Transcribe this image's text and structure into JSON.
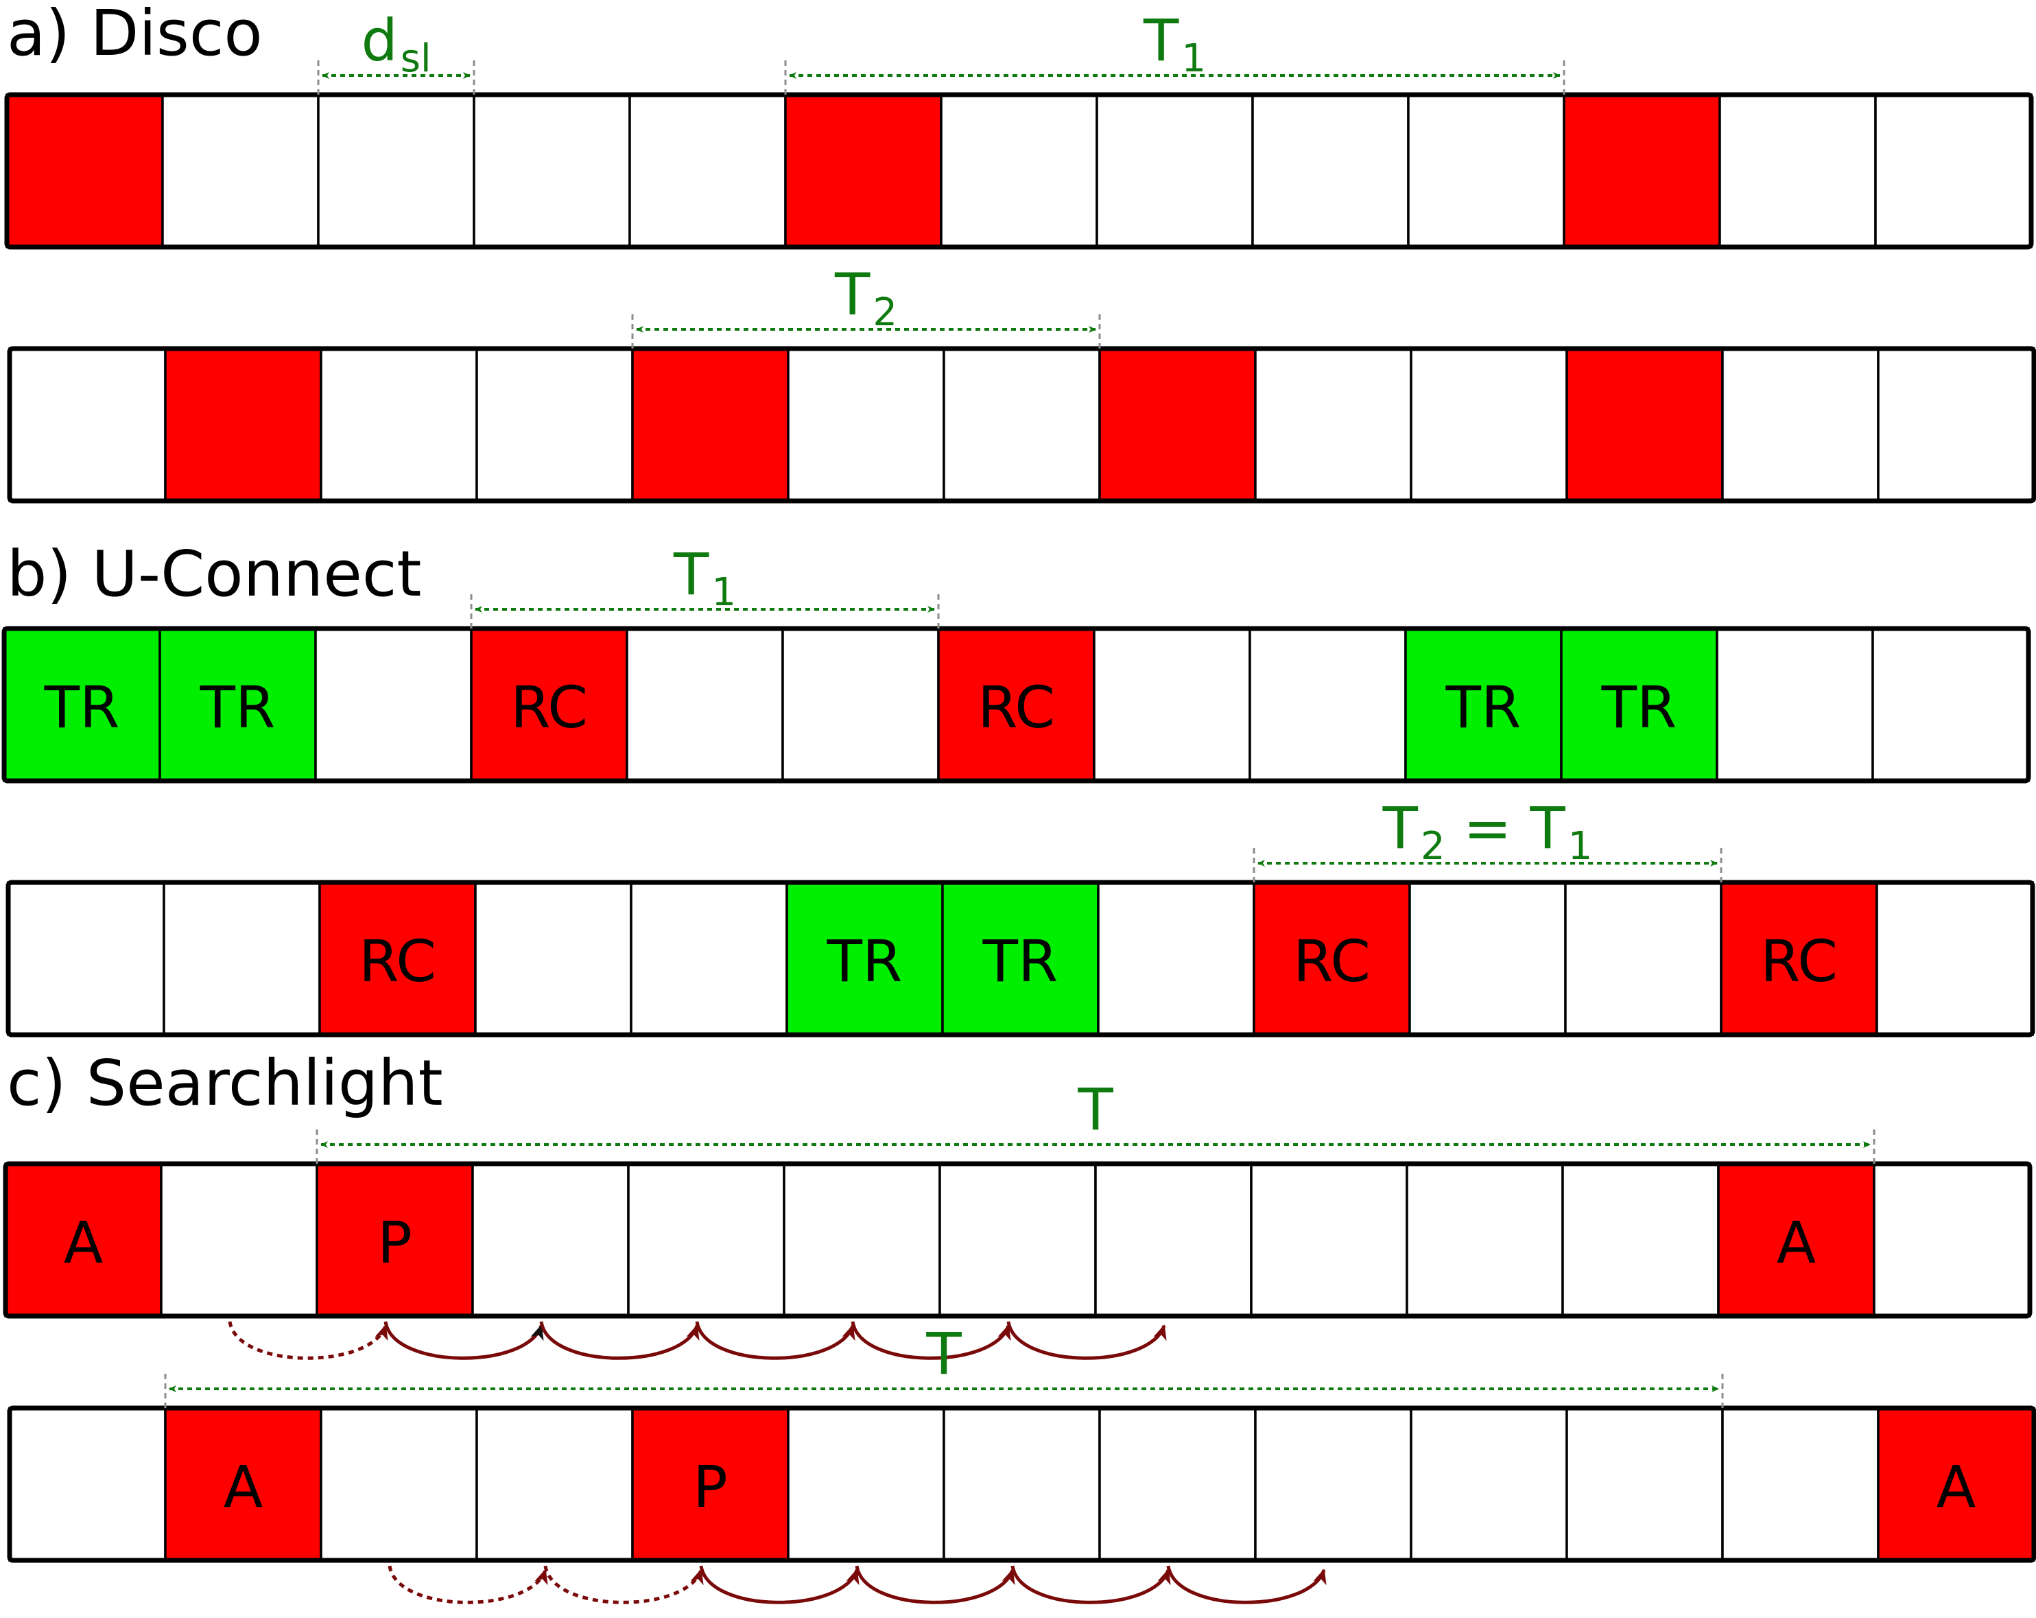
{
  "colors": {
    "active_red": "#ff0000",
    "tr_green": "#00ee00",
    "empty": "#ffffff",
    "measure_green": "#0f7a0f",
    "hop_arrow": "#7a0a0a",
    "hop_tip_dark": "#111111"
  },
  "sections": [
    {
      "id": "disco",
      "title": "a) Disco",
      "rows": [
        {
          "slots": [
            {
              "fill": "red",
              "label": ""
            },
            {
              "fill": "white",
              "label": ""
            },
            {
              "fill": "white",
              "label": ""
            },
            {
              "fill": "white",
              "label": ""
            },
            {
              "fill": "white",
              "label": ""
            },
            {
              "fill": "red",
              "label": ""
            },
            {
              "fill": "white",
              "label": ""
            },
            {
              "fill": "white",
              "label": ""
            },
            {
              "fill": "white",
              "label": ""
            },
            {
              "fill": "white",
              "label": ""
            },
            {
              "fill": "red",
              "label": ""
            },
            {
              "fill": "white",
              "label": ""
            },
            {
              "fill": "white",
              "label": ""
            }
          ],
          "measures": [
            {
              "main": "d",
              "sub": "sl",
              "rest": "",
              "from_slot": 2,
              "to_slot": 3
            },
            {
              "main": "T",
              "sub": "1",
              "rest": "",
              "from_slot": 5,
              "to_slot": 10
            }
          ],
          "hops": []
        },
        {
          "slots": [
            {
              "fill": "white",
              "label": ""
            },
            {
              "fill": "red",
              "label": ""
            },
            {
              "fill": "white",
              "label": ""
            },
            {
              "fill": "white",
              "label": ""
            },
            {
              "fill": "red",
              "label": ""
            },
            {
              "fill": "white",
              "label": ""
            },
            {
              "fill": "white",
              "label": ""
            },
            {
              "fill": "red",
              "label": ""
            },
            {
              "fill": "white",
              "label": ""
            },
            {
              "fill": "white",
              "label": ""
            },
            {
              "fill": "red",
              "label": ""
            },
            {
              "fill": "white",
              "label": ""
            },
            {
              "fill": "white",
              "label": ""
            }
          ],
          "measures": [
            {
              "main": "T",
              "sub": "2",
              "rest": "",
              "from_slot": 4,
              "to_slot": 7
            }
          ],
          "hops": []
        }
      ]
    },
    {
      "id": "uconnect",
      "title": "b) U-Connect",
      "rows": [
        {
          "slots": [
            {
              "fill": "green",
              "label": "TR"
            },
            {
              "fill": "green",
              "label": "TR"
            },
            {
              "fill": "white",
              "label": ""
            },
            {
              "fill": "red",
              "label": "RC"
            },
            {
              "fill": "white",
              "label": ""
            },
            {
              "fill": "white",
              "label": ""
            },
            {
              "fill": "red",
              "label": "RC"
            },
            {
              "fill": "white",
              "label": ""
            },
            {
              "fill": "white",
              "label": ""
            },
            {
              "fill": "green",
              "label": "TR"
            },
            {
              "fill": "green",
              "label": "TR"
            },
            {
              "fill": "white",
              "label": ""
            },
            {
              "fill": "white",
              "label": ""
            }
          ],
          "measures": [
            {
              "main": "T",
              "sub": "1",
              "rest": "",
              "from_slot": 3,
              "to_slot": 6
            }
          ],
          "hops": []
        },
        {
          "slots": [
            {
              "fill": "white",
              "label": ""
            },
            {
              "fill": "white",
              "label": ""
            },
            {
              "fill": "red",
              "label": "RC"
            },
            {
              "fill": "white",
              "label": ""
            },
            {
              "fill": "white",
              "label": ""
            },
            {
              "fill": "green",
              "label": "TR"
            },
            {
              "fill": "green",
              "label": "TR"
            },
            {
              "fill": "white",
              "label": ""
            },
            {
              "fill": "red",
              "label": "RC"
            },
            {
              "fill": "white",
              "label": ""
            },
            {
              "fill": "white",
              "label": ""
            },
            {
              "fill": "red",
              "label": "RC"
            },
            {
              "fill": "white",
              "label": ""
            }
          ],
          "measures": [
            {
              "main": "T",
              "sub": "2",
              "rest": " = T",
              "rest_sub": "1",
              "from_slot": 8,
              "to_slot": 11
            }
          ],
          "hops": []
        }
      ]
    },
    {
      "id": "searchlight",
      "title": "c) Searchlight",
      "rows": [
        {
          "slots": [
            {
              "fill": "red",
              "label": "A"
            },
            {
              "fill": "white",
              "label": ""
            },
            {
              "fill": "red",
              "label": "P"
            },
            {
              "fill": "white",
              "label": ""
            },
            {
              "fill": "white",
              "label": ""
            },
            {
              "fill": "white",
              "label": ""
            },
            {
              "fill": "white",
              "label": ""
            },
            {
              "fill": "white",
              "label": ""
            },
            {
              "fill": "white",
              "label": ""
            },
            {
              "fill": "white",
              "label": ""
            },
            {
              "fill": "white",
              "label": ""
            },
            {
              "fill": "red",
              "label": "A"
            },
            {
              "fill": "white",
              "label": ""
            }
          ],
          "measures": [
            {
              "main": "T",
              "sub": "",
              "rest": "",
              "from_slot": 2,
              "to_slot": 12
            }
          ],
          "hops": [
            {
              "from": 1,
              "to": 2,
              "style": "dotted"
            },
            {
              "from": 2,
              "to": 3,
              "style": "solid",
              "tip": "dark"
            },
            {
              "from": 3,
              "to": 4,
              "style": "solid"
            },
            {
              "from": 4,
              "to": 5,
              "style": "solid"
            },
            {
              "from": 5,
              "to": 6,
              "style": "solid"
            },
            {
              "from": 6,
              "to": 7,
              "style": "solid"
            }
          ]
        },
        {
          "slots": [
            {
              "fill": "white",
              "label": ""
            },
            {
              "fill": "red",
              "label": "A"
            },
            {
              "fill": "white",
              "label": ""
            },
            {
              "fill": "white",
              "label": ""
            },
            {
              "fill": "red",
              "label": "P"
            },
            {
              "fill": "white",
              "label": ""
            },
            {
              "fill": "white",
              "label": ""
            },
            {
              "fill": "white",
              "label": ""
            },
            {
              "fill": "white",
              "label": ""
            },
            {
              "fill": "white",
              "label": ""
            },
            {
              "fill": "white",
              "label": ""
            },
            {
              "fill": "white",
              "label": ""
            },
            {
              "fill": "red",
              "label": "A"
            }
          ],
          "measures": [
            {
              "main": "T",
              "sub": "",
              "rest": "",
              "from_slot": 1,
              "to_slot": 11
            }
          ],
          "hops": [
            {
              "from": 2,
              "to": 3,
              "style": "dotted"
            },
            {
              "from": 3,
              "to": 4,
              "style": "dotted"
            },
            {
              "from": 4,
              "to": 5,
              "style": "solid"
            },
            {
              "from": 5,
              "to": 6,
              "style": "solid"
            },
            {
              "from": 6,
              "to": 7,
              "style": "solid"
            },
            {
              "from": 7,
              "to": 8,
              "style": "solid"
            }
          ]
        }
      ]
    }
  ]
}
